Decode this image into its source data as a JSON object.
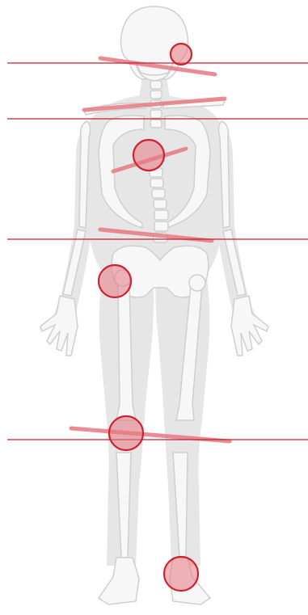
{
  "figure": {
    "subject": "skeleton-front-view",
    "colors": {
      "background": "#ffffff",
      "body_silhouette": "#e6e6e6",
      "bone_fill": "#f7f7f7",
      "bone_stroke": "#cfcfcf",
      "reference_line": "#c81e35",
      "tilt_line": "#e88088",
      "marker_fill": "#e77a82",
      "marker_stroke": "#cc2233"
    },
    "reference_lines": [
      {
        "id": "jaw-level"
      },
      {
        "id": "shoulder-level"
      },
      {
        "id": "pelvis-level"
      },
      {
        "id": "knee-level"
      }
    ],
    "tilt_lines": [
      {
        "id": "jaw-tilt"
      },
      {
        "id": "shoulder-tilt"
      },
      {
        "id": "thoracic-tilt"
      },
      {
        "id": "pelvis-tilt"
      },
      {
        "id": "knee-tilt"
      }
    ],
    "markers": [
      {
        "id": "jaw-joint",
        "icon": "jaw-marker-icon"
      },
      {
        "id": "thoracic-spine",
        "icon": "spine-marker-icon"
      },
      {
        "id": "right-hip",
        "icon": "hip-marker-icon"
      },
      {
        "id": "right-knee",
        "icon": "knee-marker-icon"
      },
      {
        "id": "left-ankle",
        "icon": "ankle-marker-icon"
      }
    ]
  }
}
